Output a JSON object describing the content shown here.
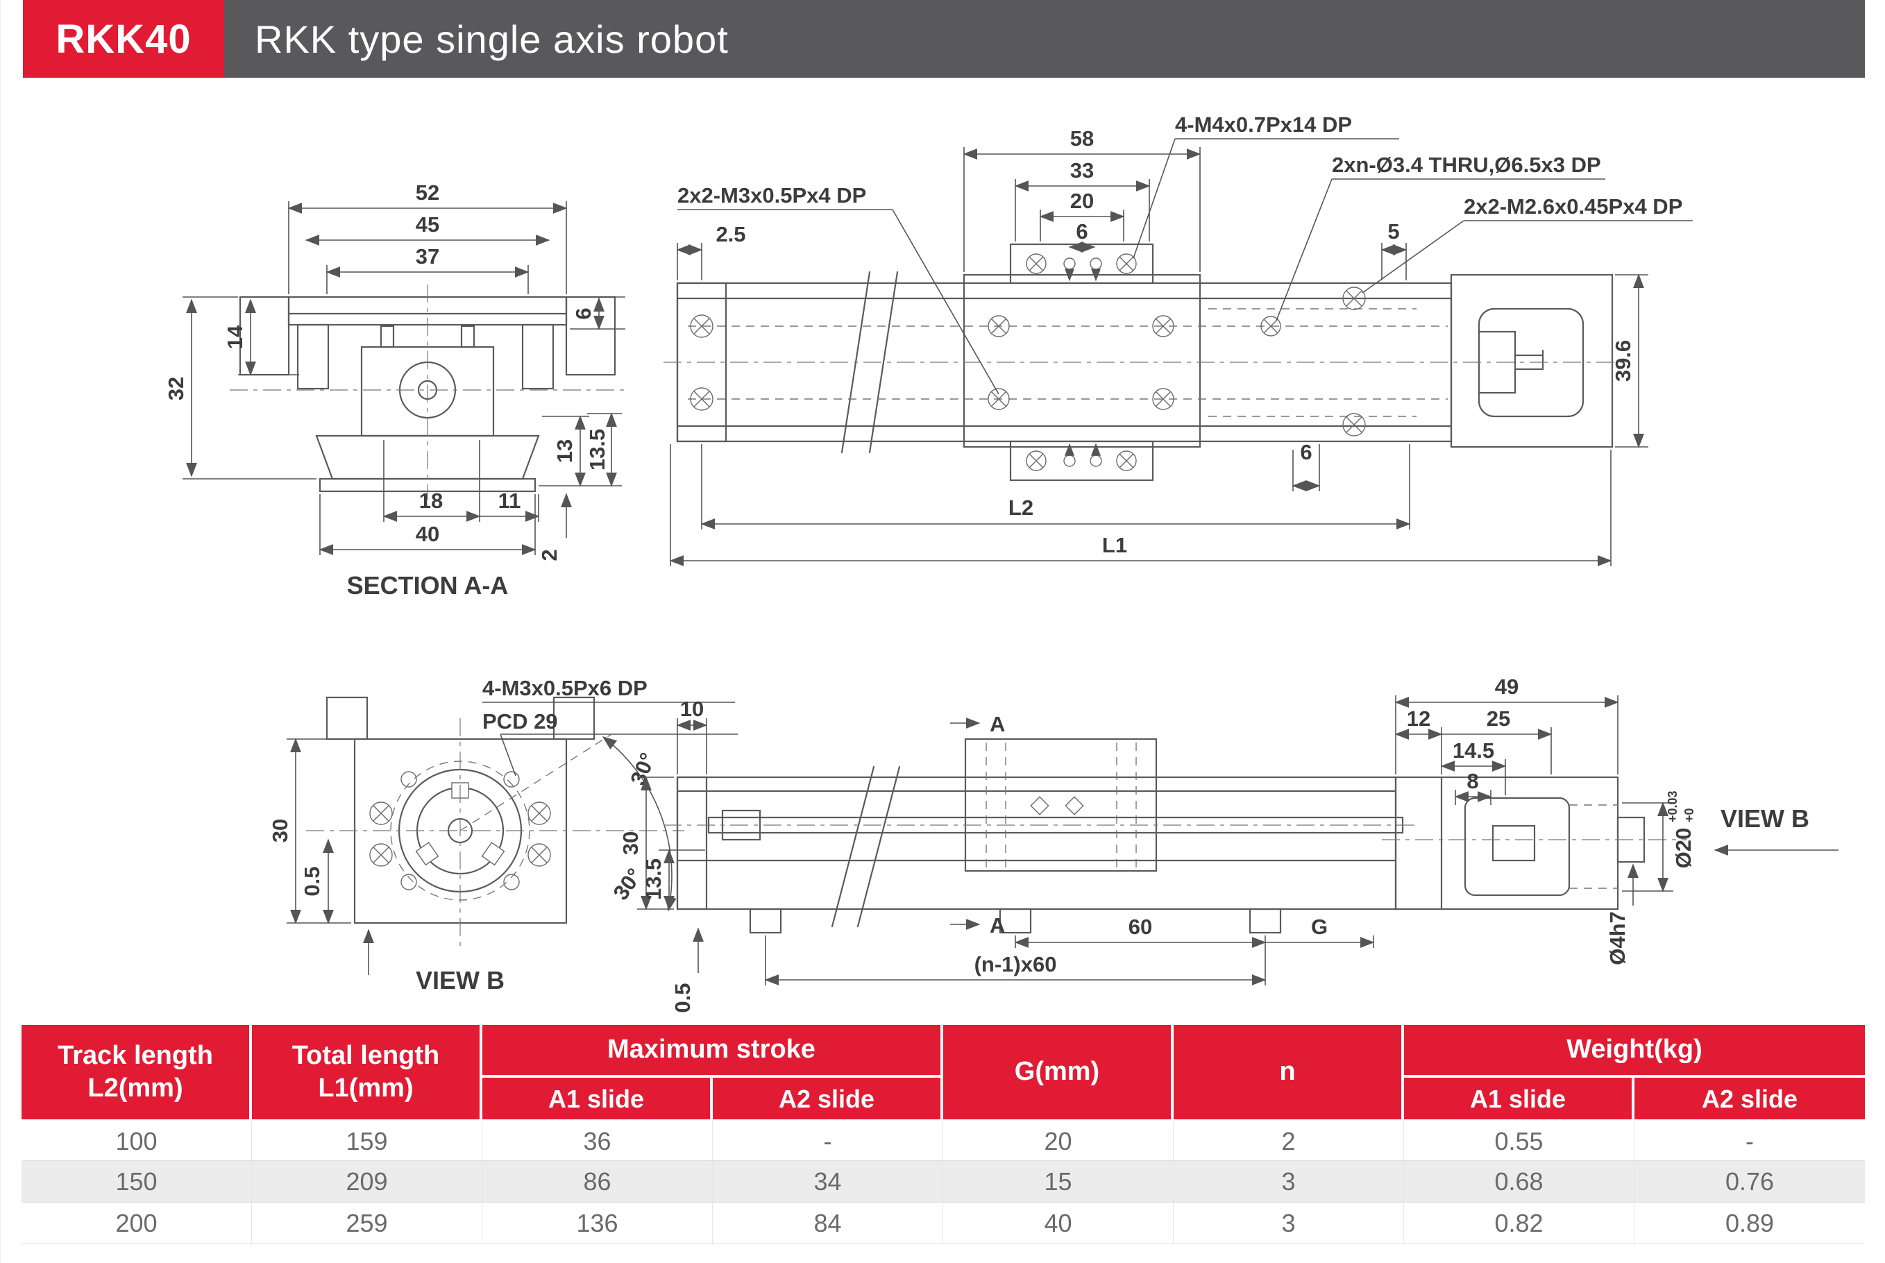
{
  "header": {
    "model": "RKK40",
    "title": "RKK type single axis robot"
  },
  "colors": {
    "accent_red": "#e21b35",
    "header_gray": "#59595b",
    "row_alt": "#ececec",
    "line_gray": "#5a5a5a"
  },
  "drawings": {
    "section_aa": {
      "caption": "SECTION A-A",
      "dims": {
        "d52": "52",
        "d45": "45",
        "d37": "37",
        "d14": "14",
        "d32": "32",
        "d6": "6",
        "d13": "13",
        "d13_5": "13.5",
        "d18": "18",
        "d11": "11",
        "d40": "40",
        "d2": "2"
      }
    },
    "top_view": {
      "dims": {
        "d58": "58",
        "d33": "33",
        "d20": "20",
        "d6": "6",
        "d2_5": "2.5",
        "d5": "5",
        "d39_6": "39.6",
        "d6b": "6",
        "dL2": "L2",
        "dL1": "L1"
      },
      "notes": {
        "m3": "2x2-M3x0.5Px4 DP",
        "m4": "4-M4x0.7Px14 DP",
        "thru": "2xn-Ø3.4 THRU,Ø6.5x3 DP",
        "m26": "2x2-M2.6x0.45Px4 DP"
      }
    },
    "view_b": {
      "caption": "VIEW B",
      "notes": {
        "m3": "4-M3x0.5Px6 DP",
        "pcd": "PCD 29"
      },
      "dims": {
        "d30": "30",
        "d0_5": "0.5",
        "a30_1": "30°",
        "a30_2": "30°"
      }
    },
    "side_view": {
      "dims": {
        "d10": "10",
        "d30": "30",
        "d13_5": "13.5",
        "d0_5": "0.5",
        "d60": "60",
        "dG": "G",
        "dn": "(n-1)x60",
        "secA_top": "A",
        "secA_bot": "A"
      }
    },
    "end_view": {
      "caption": "VIEW B",
      "dims": {
        "d49": "49",
        "d12": "12",
        "d25": "25",
        "d14_5": "14.5",
        "d8": "8",
        "d20": "Ø20",
        "d20tol_up": "+0.03",
        "d20tol_dn": "+0",
        "d4h7": "Ø4h7"
      }
    }
  },
  "table": {
    "headers": {
      "track1": "Track length",
      "track2": "L2(mm)",
      "total1": "Total length",
      "total2": "L1(mm)",
      "stroke": "Maximum stroke",
      "a1": "A1 slide",
      "a2": "A2 slide",
      "g": "G(mm)",
      "n": "n",
      "weight": "Weight(kg)",
      "wa1": "A1 slide",
      "wa2": "A2 slide"
    },
    "rows": [
      [
        "100",
        "159",
        "36",
        "-",
        "20",
        "2",
        "0.55",
        "-"
      ],
      [
        "150",
        "209",
        "86",
        "34",
        "15",
        "3",
        "0.68",
        "0.76"
      ],
      [
        "200",
        "259",
        "136",
        "84",
        "40",
        "3",
        "0.82",
        "0.89"
      ]
    ]
  }
}
